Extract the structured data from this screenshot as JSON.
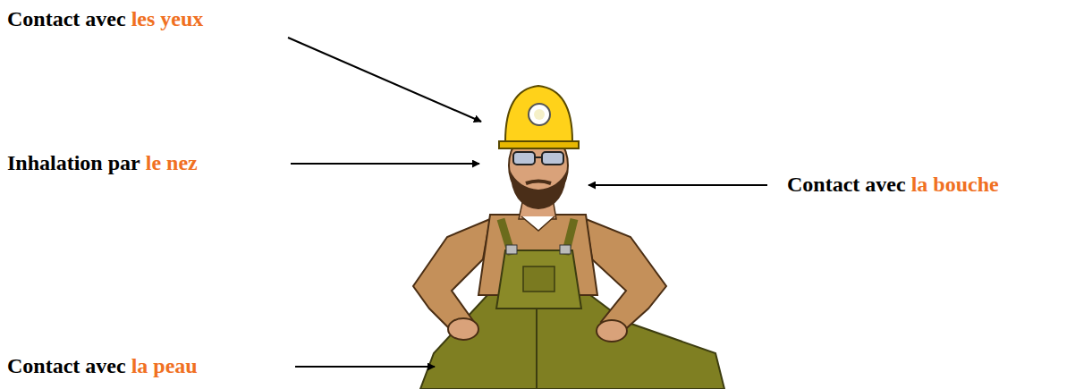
{
  "diagram": {
    "labels": [
      "Contact avec",
      "les yeux",
      "Inhalation par",
      "le nez",
      "Contact avec",
      "la bouche",
      "Contact avec",
      "la peau"
    ]
  }
}
